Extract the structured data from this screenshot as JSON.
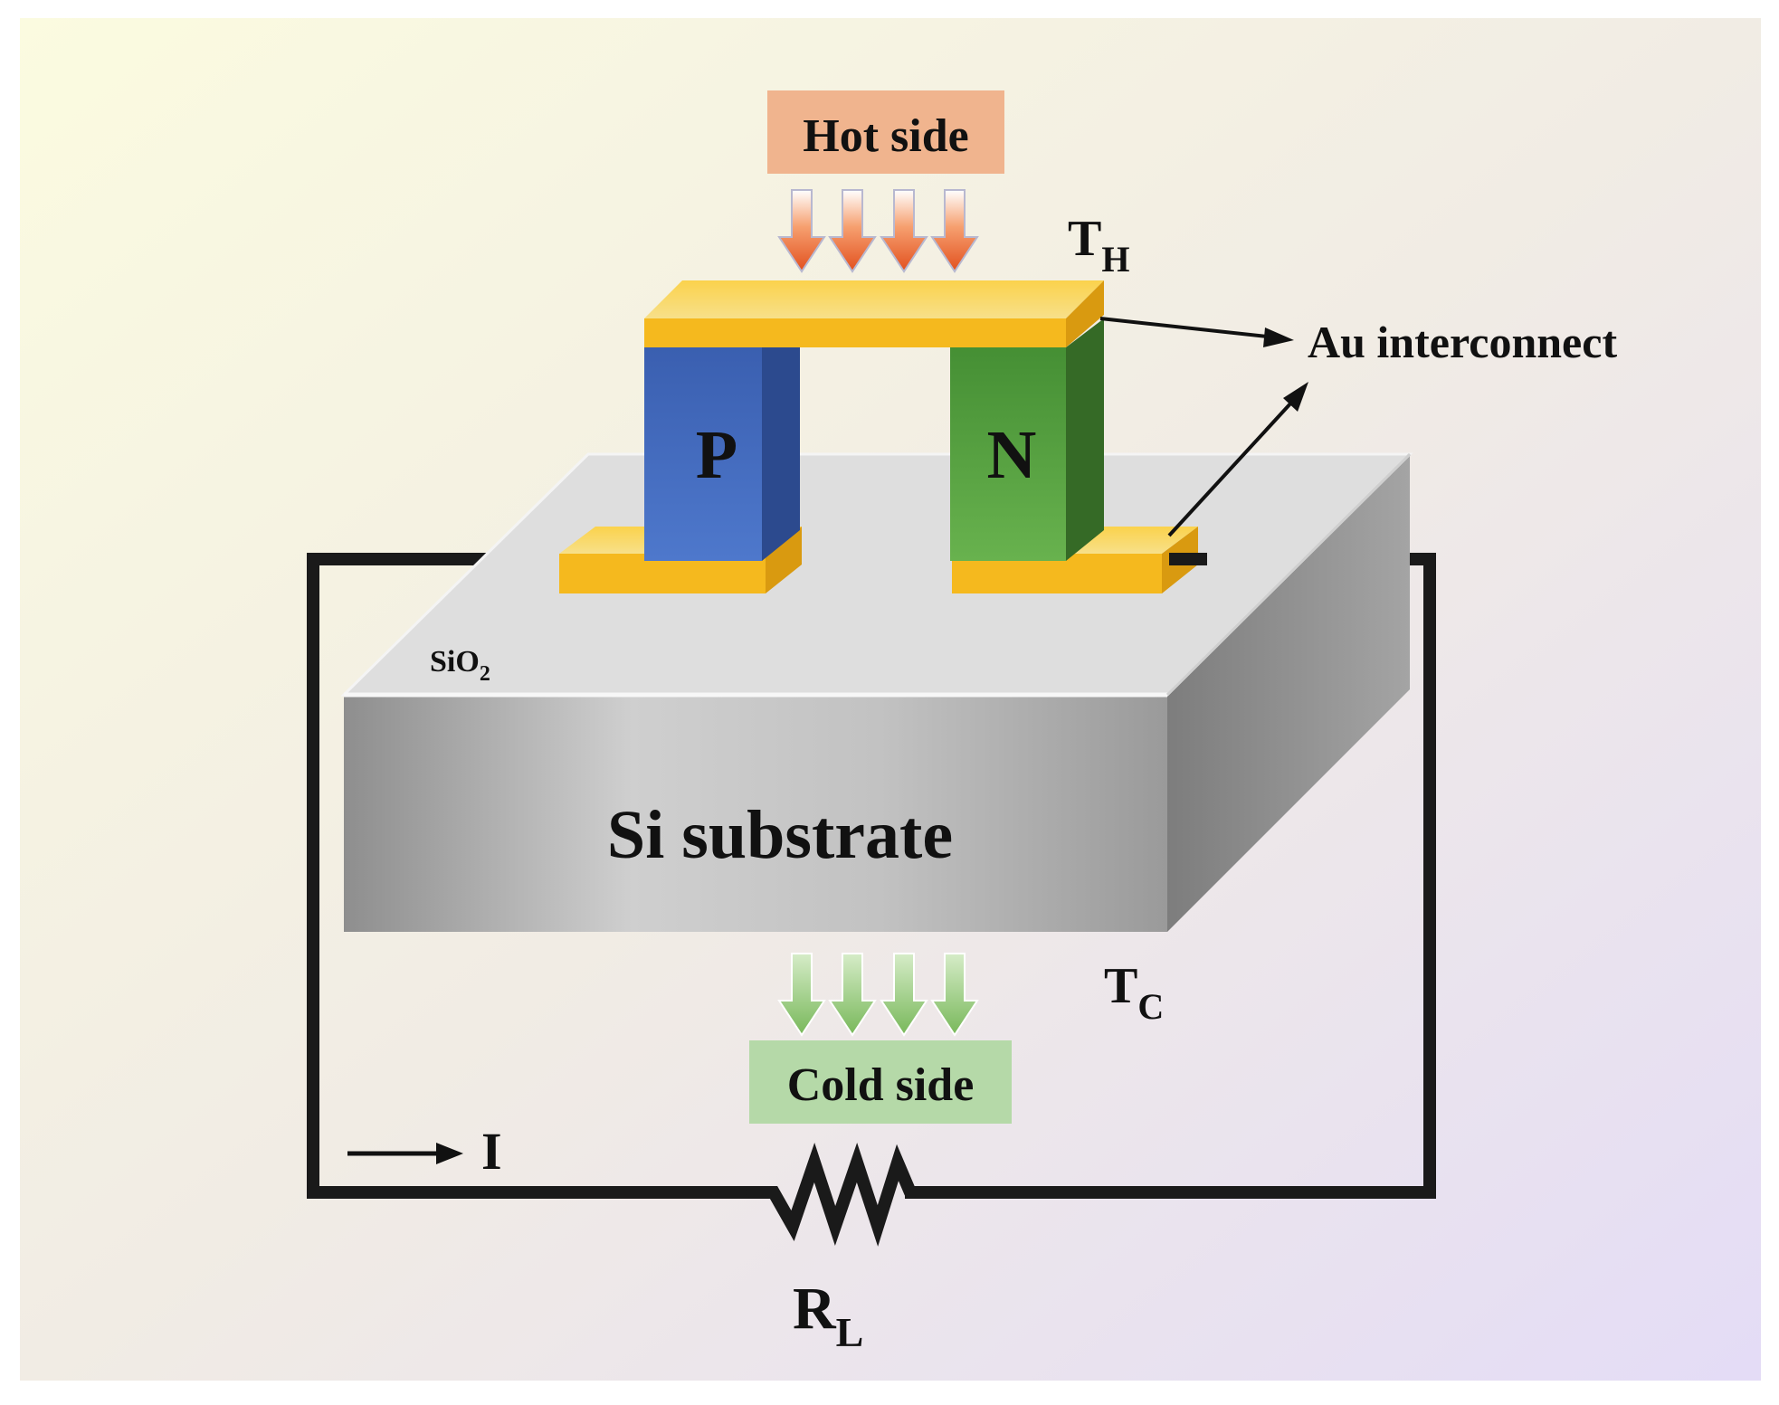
{
  "labels": {
    "hot_side": "Hot side",
    "cold_side": "Cold side",
    "t_hot_main": "T",
    "t_hot_sub": "H",
    "t_cold_main": "T",
    "t_cold_sub": "C",
    "au_interconnect": "Au interconnect",
    "p_leg": "P",
    "n_leg": "N",
    "sio2_main": "SiO",
    "sio2_sub": "2",
    "substrate": "Si substrate",
    "current_main": "I",
    "load_main": "R",
    "load_sub": "L"
  },
  "colors": {
    "hot_box": "#f0b48e",
    "cold_box": "#b5d9a8",
    "p_leg": "#3f66b4",
    "n_leg": "#4f9c3c",
    "gold": "#f6c12e",
    "substrate": "#b8b8b8",
    "wire": "#1a1a1a"
  }
}
